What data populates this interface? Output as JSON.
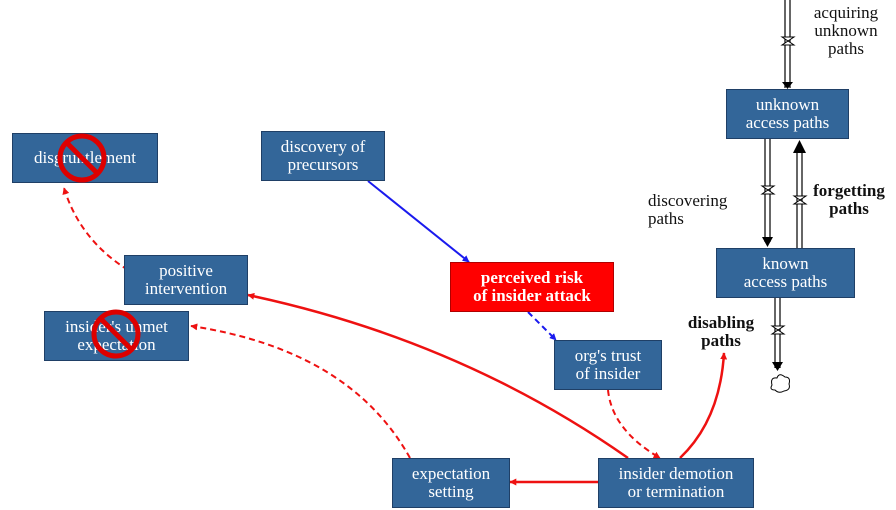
{
  "nodes": {
    "disgruntlement": "disgruntlement",
    "discovery": "discovery of\nprecursors",
    "unknown_paths": "unknown\naccess paths",
    "known_paths": "known\naccess paths",
    "positive_intervention": "positive\nintervention",
    "unmet_expectation": "insider's unmet\nexpectation",
    "perceived_risk": "perceived risk\nof insider attack",
    "trust": "org's trust\nof insider",
    "expectation_setting": "expectation\nsetting",
    "demotion": "insider demotion\nor termination"
  },
  "labels": {
    "acquiring": "acquiring\nunknown\npaths",
    "discovering": "discovering\npaths",
    "forgetting": "forgetting\npaths",
    "disabling": "disabling\npaths"
  },
  "colors": {
    "node_fill": "#336699",
    "risk_fill": "#ff0000",
    "link_red": "#ee1111",
    "link_blue": "#1a1aee",
    "ban": "#dd0000"
  },
  "icons": {
    "blocked": "prohibited-icon",
    "valve": "bowtie-valve-icon",
    "sink": "cloud-sink-icon"
  }
}
